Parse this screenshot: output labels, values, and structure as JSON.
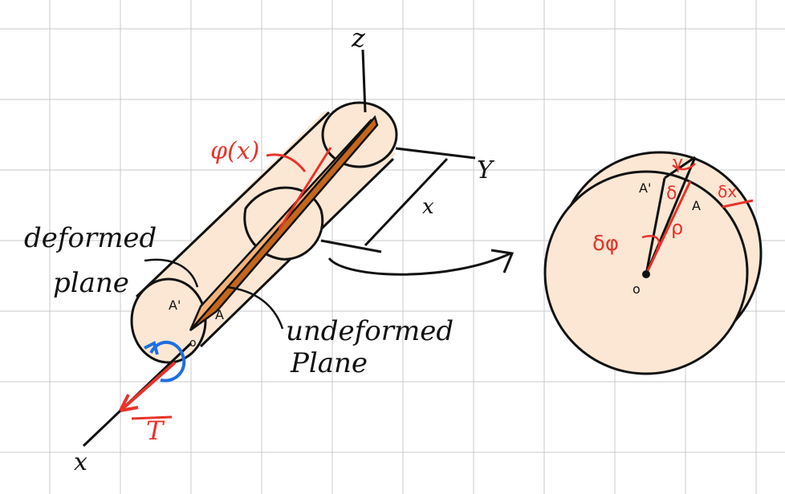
{
  "colors": {
    "paper": "#ffffff",
    "grid": "#c8c8c8",
    "ink": "#111111",
    "red": "#e8332a",
    "blue": "#1e6fe0",
    "cylinder_fill": "#fce7d4",
    "plane_fill": "#f3b27a",
    "plane_dark": "#c5661c"
  },
  "axes": {
    "z": "z",
    "y": "Y",
    "x": "x",
    "x_distance": "x"
  },
  "labels": {
    "phi": "φ(x)",
    "deformed_line1": "deformed",
    "deformed_line2": "plane",
    "undeformed_line1": "undeformed",
    "undeformed_line2": "Plane",
    "point_a": "A",
    "point_a_prime": "A'",
    "origin": "o",
    "torque": "T"
  },
  "cross_section": {
    "gamma": "γ",
    "delta": "δ",
    "delta_x": "δx",
    "delta_phi": "δφ",
    "rho": "ρ",
    "point_a": "A",
    "point_a_prime": "A'",
    "origin": "o"
  }
}
